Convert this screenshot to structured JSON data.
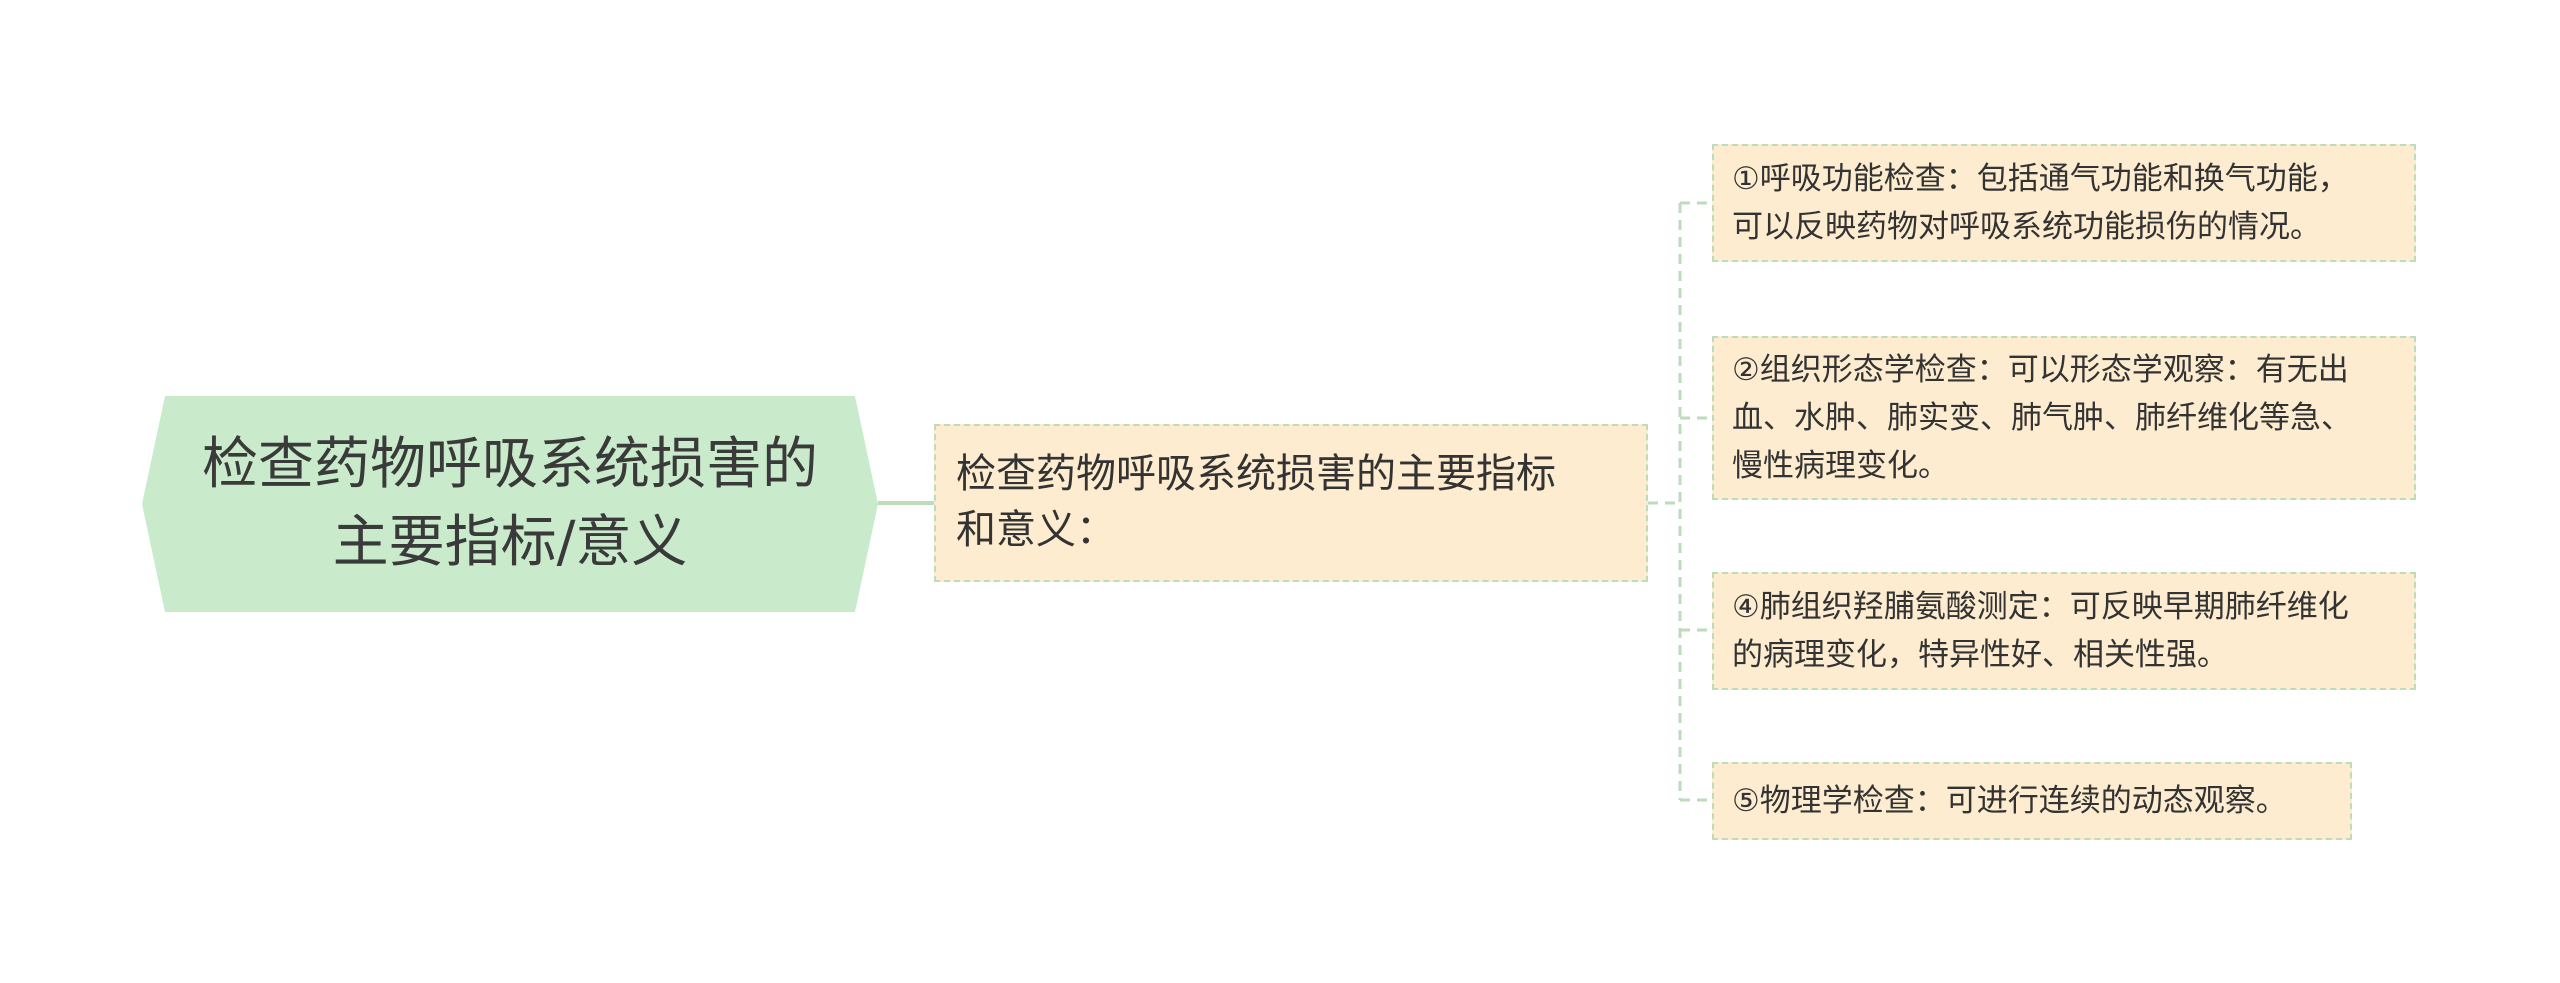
{
  "root": {
    "lines": [
      "检查药物呼吸系统损害的",
      "主要指标/意义"
    ]
  },
  "main": {
    "lines": [
      "检查药物呼吸系统损害的主要指标",
      "和意义："
    ]
  },
  "leaves": [
    {
      "lines": [
        "①呼吸功能检查：包括通气功能和换气功能，",
        "可以反映药物对呼吸系统功能损伤的情况。"
      ]
    },
    {
      "lines": [
        "②组织形态学检查：可以形态学观察：有无出",
        "血、水肿、肺实变、肺气肿、肺纤维化等急、",
        "慢性病理变化。"
      ]
    },
    {
      "lines": [
        "④肺组织羟脯氨酸测定：可反映早期肺纤维化",
        "的病理变化，特异性好、相关性强。"
      ]
    },
    {
      "lines": [
        "⑤物理学检查：可进行连续的动态观察。"
      ]
    }
  ],
  "colors": {
    "root_fill": "#c9ebcb",
    "node_fill": "#fdeccf",
    "connector": "#bcdcbc"
  }
}
